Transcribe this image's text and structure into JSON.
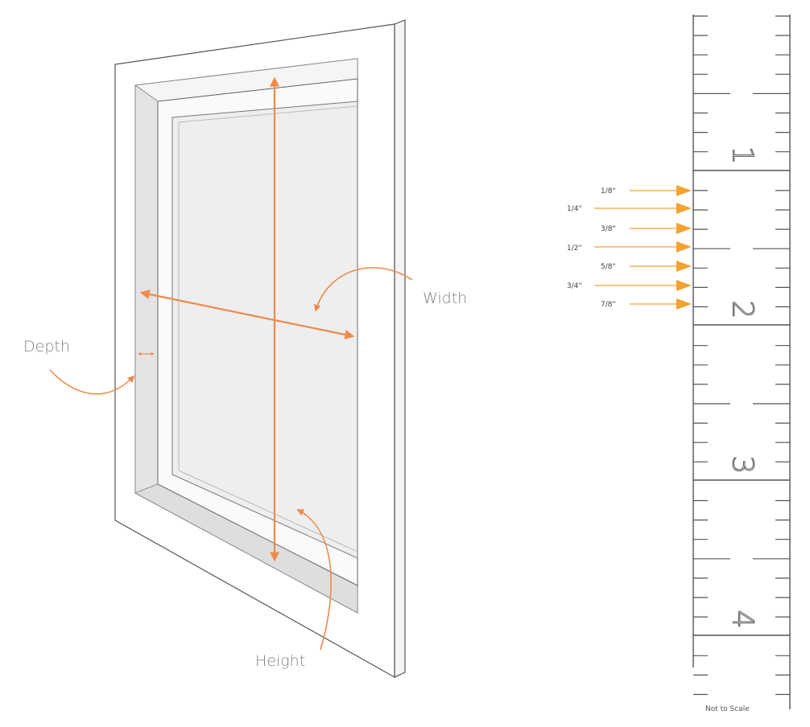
{
  "window_labels": {
    "width": "Width",
    "height": "Height",
    "depth": "Depth"
  },
  "ruler": {
    "inch_numbers": [
      "1",
      "2",
      "3",
      "4"
    ],
    "fraction_labels": [
      "1/8\"",
      "1/4\"",
      "3/8\"",
      "1/2\"",
      "5/8\"",
      "3/4\"",
      "7/8\""
    ],
    "note": "Not to Scale"
  },
  "colors": {
    "accent_arrow": "#ef8a4b",
    "fraction_arrow": "#f3a230",
    "outline": "#555555",
    "frame_fill": "#ffffff",
    "recess_fill": "#ededed",
    "glass_fill": "#efefef",
    "label_text": "#808080"
  }
}
